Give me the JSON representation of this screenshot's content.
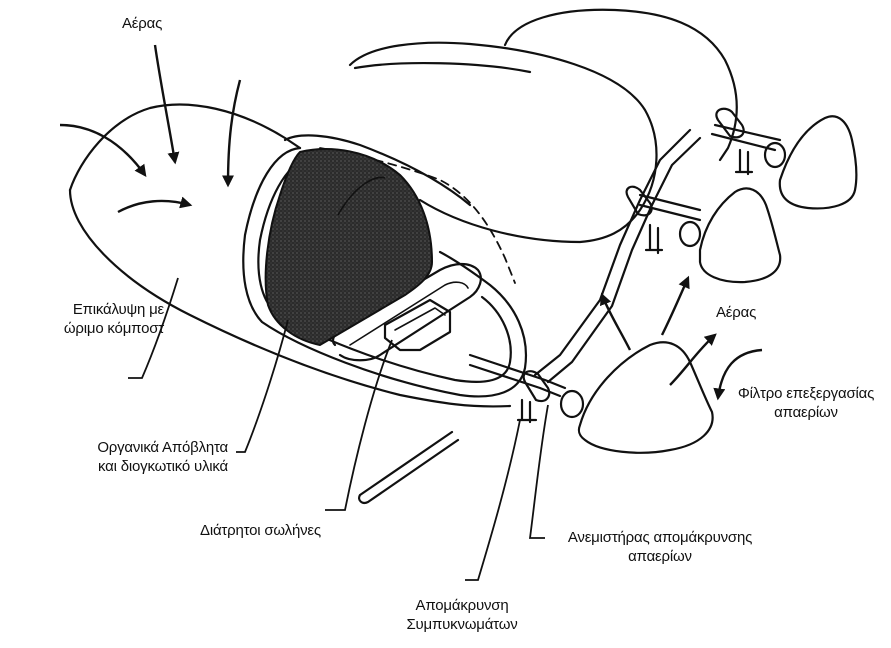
{
  "colors": {
    "ink": "#111111",
    "compost_fill": "#2b2b2b",
    "background": "#ffffff"
  },
  "labels": {
    "air_top": "Αέρας",
    "covering": [
      "Επικάλυψη με",
      "ώριμο κόμποστ"
    ],
    "organic": [
      "Οργανικά Απόβλητα",
      "και διογκωτικό υλικά"
    ],
    "pipes": "Διάτρητοι σωλήνες",
    "condensate": [
      "Απομάκρυνση",
      "Συμπυκνωμάτων"
    ],
    "fan": [
      "Ανεμιστήρας απομάκρυνσης",
      "απαερίων"
    ],
    "air_right": "Αέρας",
    "filter": [
      "Φίλτρο επεξεργασίας",
      "απαερίων"
    ]
  }
}
